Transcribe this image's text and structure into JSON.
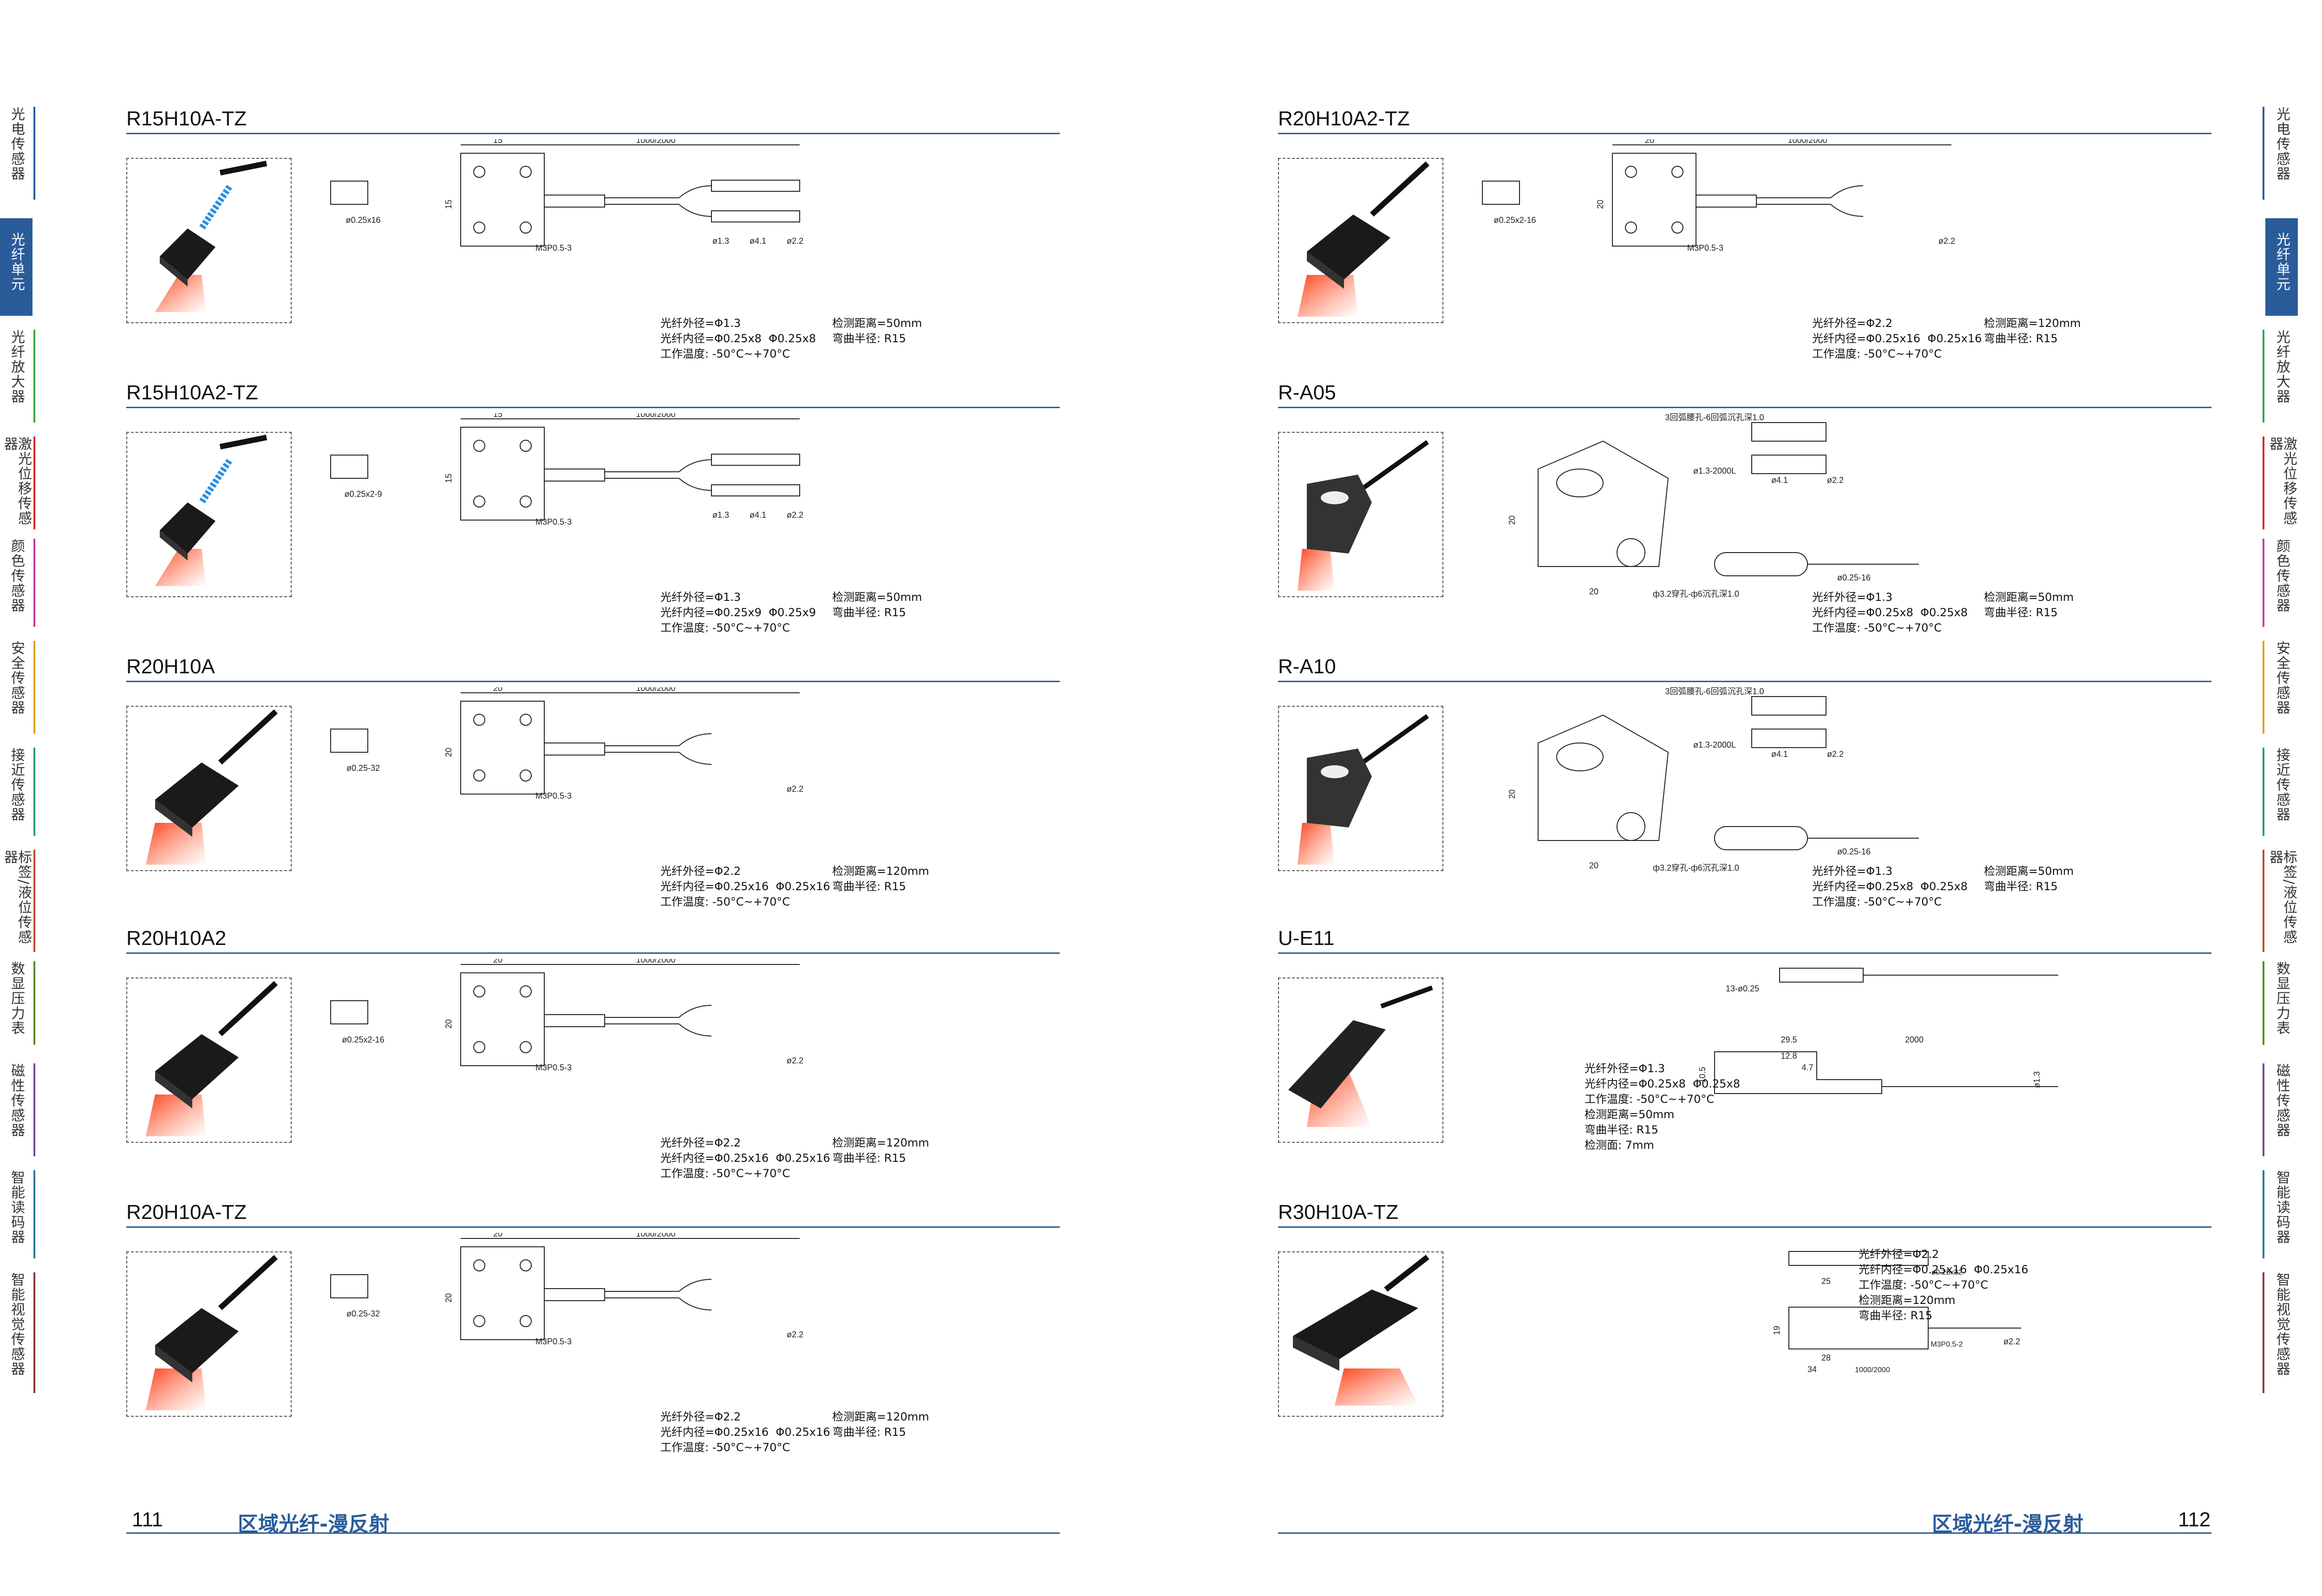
{
  "side_nav": {
    "items": [
      {
        "label": "光电传感器",
        "color": "#2a5c9a"
      },
      {
        "label": "光纤单元",
        "color": "#2a5c9a",
        "active": true
      },
      {
        "label": "光纤放大器",
        "color": "#3aa64a"
      },
      {
        "label": "激光位移传感器",
        "color": "#d62828"
      },
      {
        "label": "颜色传感器",
        "color": "#c83c9c"
      },
      {
        "label": "安全传感器",
        "color": "#e0a020"
      },
      {
        "label": "接近传感器",
        "color": "#2a9c6a"
      },
      {
        "label": "标签/液位传感器",
        "color": "#c84830"
      },
      {
        "label": "数显压力表",
        "color": "#5a8a2a"
      },
      {
        "label": "磁性传感器",
        "color": "#7a4a9a"
      },
      {
        "label": "智能读码器",
        "color": "#2a7a9a"
      },
      {
        "label": "智能视觉传感器",
        "color": "#8a3a3a"
      }
    ]
  },
  "left_page": {
    "page_number": "111",
    "footer_title": "区域光纤-漫反射",
    "sections": [
      {
        "title": "R15H10A-TZ",
        "specs_left": "光纤外径=Φ1.3\n光纤内径=Φ0.25x8  Φ0.25x8\n工作温度: -50°C~+70°C",
        "specs_right": "检测距离=50mm\n弯曲半径: R15",
        "dims": {
          "top": "1000/2000",
          "w": "15",
          "h": "15",
          "fiber": "ø0.25x16",
          "screw": "M3P0.5-3",
          "d1": "ø1.3",
          "d2": "ø4.1",
          "d3": "ø2.2"
        }
      },
      {
        "title": "R15H10A2-TZ",
        "specs_left": "光纤外径=Φ1.3\n光纤内径=Φ0.25x9  Φ0.25x9\n工作温度: -50°C~+70°C",
        "specs_right": "检测距离=50mm\n弯曲半径: R15",
        "dims": {
          "top": "1000/2000",
          "w": "15",
          "h": "15",
          "fiber": "ø0.25x2-9",
          "screw": "M3P0.5-3",
          "d1": "ø1.3",
          "d2": "ø4.1",
          "d3": "ø2.2"
        }
      },
      {
        "title": "R20H10A",
        "specs_left": "光纤外径=Φ2.2\n光纤内径=Φ0.25x16  Φ0.25x16\n工作温度: -50°C~+70°C",
        "specs_right": "检测距离=120mm\n弯曲半径: R15",
        "dims": {
          "top": "1000/2000",
          "w": "20",
          "h": "20",
          "fiber": "ø0.25-32",
          "screw": "M3P0.5-3",
          "d1": "",
          "d2": "",
          "d3": "ø2.2"
        }
      },
      {
        "title": "R20H10A2",
        "specs_left": "光纤外径=Φ2.2\n光纤内径=Φ0.25x16  Φ0.25x16\n工作温度: -50°C~+70°C",
        "specs_right": "检测距离=120mm\n弯曲半径: R15",
        "dims": {
          "top": "1000/2000",
          "w": "20",
          "h": "20",
          "fiber": "ø0.25x2-16",
          "screw": "M3P0.5-3",
          "d1": "",
          "d2": "",
          "d3": "ø2.2"
        }
      },
      {
        "title": "R20H10A-TZ",
        "specs_left": "光纤外径=Φ2.2\n光纤内径=Φ0.25x16  Φ0.25x16\n工作温度: -50°C~+70°C",
        "specs_right": "检测距离=120mm\n弯曲半径: R15",
        "dims": {
          "top": "1000/2000",
          "w": "20",
          "h": "20",
          "fiber": "ø0.25-32",
          "screw": "M3P0.5-3",
          "d1": "",
          "d2": "",
          "d3": "ø2.2"
        }
      }
    ]
  },
  "right_page": {
    "page_number": "112",
    "footer_title": "区域光纤-漫反射",
    "sections": [
      {
        "title": "R20H10A2-TZ",
        "specs_left": "光纤外径=Φ2.2\n光纤内径=Φ0.25x16  Φ0.25x16\n工作温度: -50°C~+70°C",
        "specs_right": "检测距离=120mm\n弯曲半径: R15",
        "dims": {
          "top": "1000/2000",
          "w": "20",
          "h": "20",
          "fiber": "ø0.25x2-16",
          "screw": "M3P0.5-3",
          "d1": "",
          "d2": "",
          "d3": "ø2.2"
        }
      },
      {
        "title": "R-A05",
        "specs_left": "光纤外径=Φ1.3\n光纤内径=Φ0.25x8  Φ0.25x8\n工作温度: -50°C~+70°C",
        "specs_right": "检测距离=50mm\n弯曲半径: R15",
        "dims": {
          "top": "3回弧腰孔-6回弧沉孔深1.0",
          "w": "20",
          "h": "20",
          "fiber": "ø0.25-16",
          "screw": "ф3.2穿孔-ф6沉孔深1.0",
          "d1": "ø1.3-2000L",
          "d2": "ø4.1",
          "d3": "ø2.2"
        }
      },
      {
        "title": "R-A10",
        "specs_left": "光纤外径=Φ1.3\n光纤内径=Φ0.25x8  Φ0.25x8\n工作温度: -50°C~+70°C",
        "specs_right": "检测距离=50mm\n弯曲半径: R15",
        "dims": {
          "top": "3回弧腰孔-6回弧沉孔深1.0",
          "w": "20",
          "h": "20",
          "fiber": "ø0.25-16",
          "screw": "ф3.2穿孔-ф6沉孔深1.0",
          "d1": "ø1.3-2000L",
          "d2": "ø4.1",
          "d3": "ø2.2"
        }
      },
      {
        "title": "U-E11",
        "specs_left": "光纤外径=Φ1.3\n光纤内径=Φ0.25x8  Φ0.25x8\n工作温度: -50°C~+70°C\n检测距离=50mm\n弯曲半径: R15\n检测面: 7mm",
        "specs_right": "",
        "dims": {
          "top": "2000",
          "w": "29.5",
          "h": "10.5",
          "fiber": "13-ø0.25",
          "screw": "",
          "d1": "12.8",
          "d2": "4.7",
          "d3": "ø1.3"
        }
      },
      {
        "title": "R30H10A-TZ",
        "specs_left": "光纤外径=Φ2.2\n光纤内径=Φ0.25x16  Φ0.25x16\n工作温度: -50°C~+70°C\n检测距离=120mm\n弯曲半径: R15",
        "specs_right": "",
        "dims": {
          "top": "1000/2000",
          "w": "34",
          "h": "19",
          "fiber": "ø0.25x32",
          "screw": "M3P0.5-2",
          "d1": "25",
          "d2": "28",
          "d3": "ø2.2"
        }
      }
    ]
  }
}
